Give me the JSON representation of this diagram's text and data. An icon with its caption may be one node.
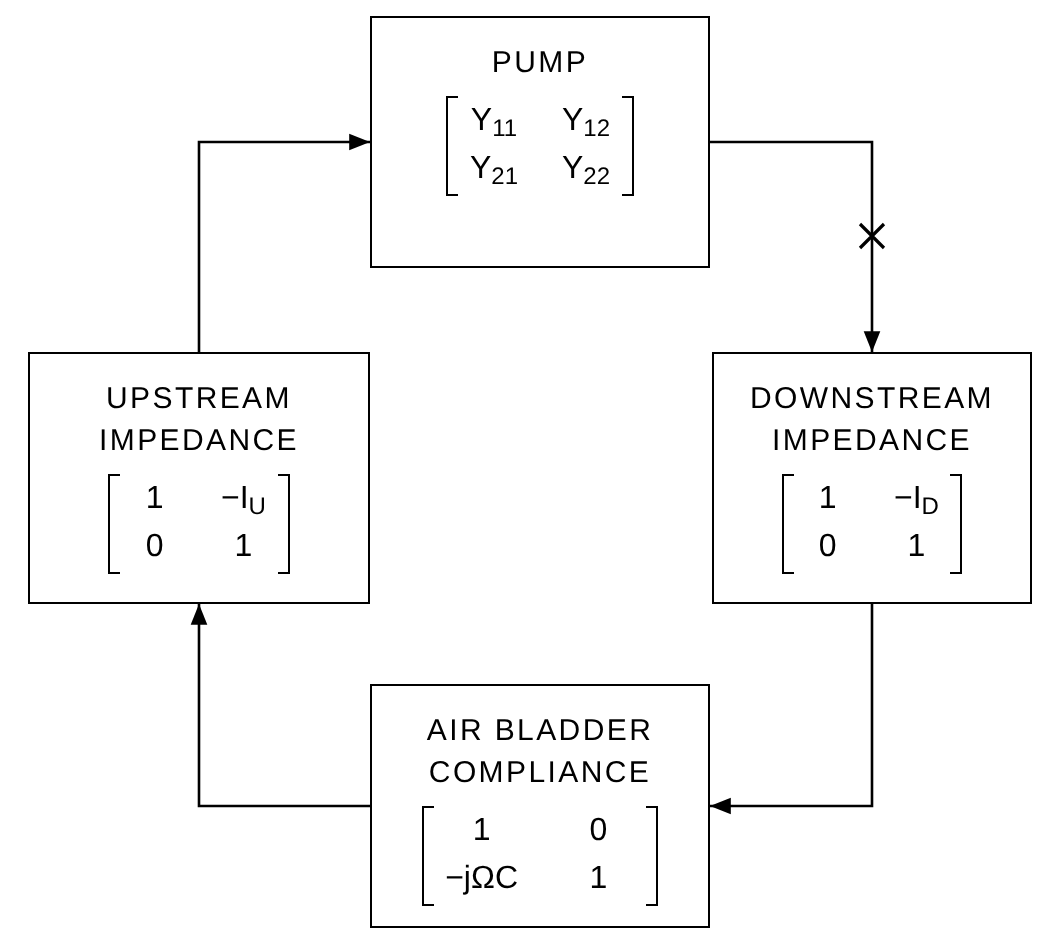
{
  "diagram": {
    "nodes": [
      {
        "text": [
          "PUMP",
          "Y$_{11}$",
          "Y$_{12}$",
          "Y$_{21}$",
          "Y$_{22}$"
        ]
      },
      {
        "text": [
          "DOWNSTREAM IMPEDANCE",
          "1",
          "−I$_{D}$",
          "0",
          "1"
        ]
      },
      {
        "text": [
          "AIR BLADDER COMPLIANCE",
          "1",
          "0",
          "−jΩC",
          "1"
        ]
      },
      {
        "text": [
          "UPSTREAM IMPEDANCE",
          "1",
          "−I$_{U}$",
          "0",
          "1"
        ]
      }
    ],
    "edges": [
      {
        "from": 0,
        "to": 1,
        "arrow": "to"
      },
      {
        "from": 1,
        "to": 2,
        "arrow": "to"
      },
      {
        "from": 2,
        "to": 3,
        "arrow": "to"
      },
      {
        "from": 3,
        "to": 0,
        "arrow": "to"
      }
    ]
  }
}
